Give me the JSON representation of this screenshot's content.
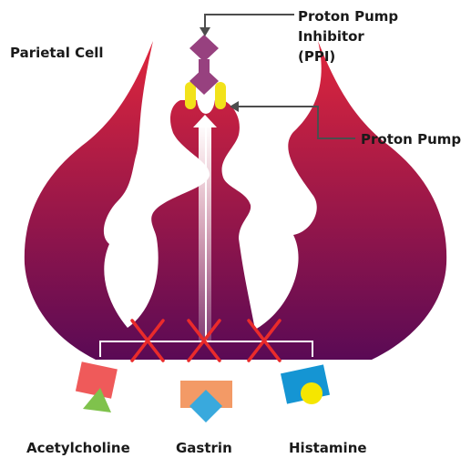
{
  "labels": {
    "cell": "Parietal Cell",
    "ppi_line1": "Proton Pump",
    "ppi_line2": "Inhibitor",
    "ppi_line3": "(PPI)",
    "pump": "Proton Pump",
    "acetylcholine": "Acetylcholine",
    "gastrin": "Gastrin",
    "histamine": "Histamine"
  },
  "colors": {
    "cell_top": "#e0263c",
    "cell_bottom": "#5a0a55",
    "ppi": "#97417f",
    "pump": "#f2e21a",
    "block_cross": "#ea2b2b",
    "bracket": "#ffffff",
    "arrow": "#4d4d4d",
    "acetylcholine_square": "#ef5a5a",
    "acetylcholine_triangle": "#7fc24c",
    "gastrin_square": "#f39a66",
    "gastrin_diamond": "#39a9dd",
    "histamine_square": "#1595d3",
    "histamine_circle": "#f5e600"
  }
}
